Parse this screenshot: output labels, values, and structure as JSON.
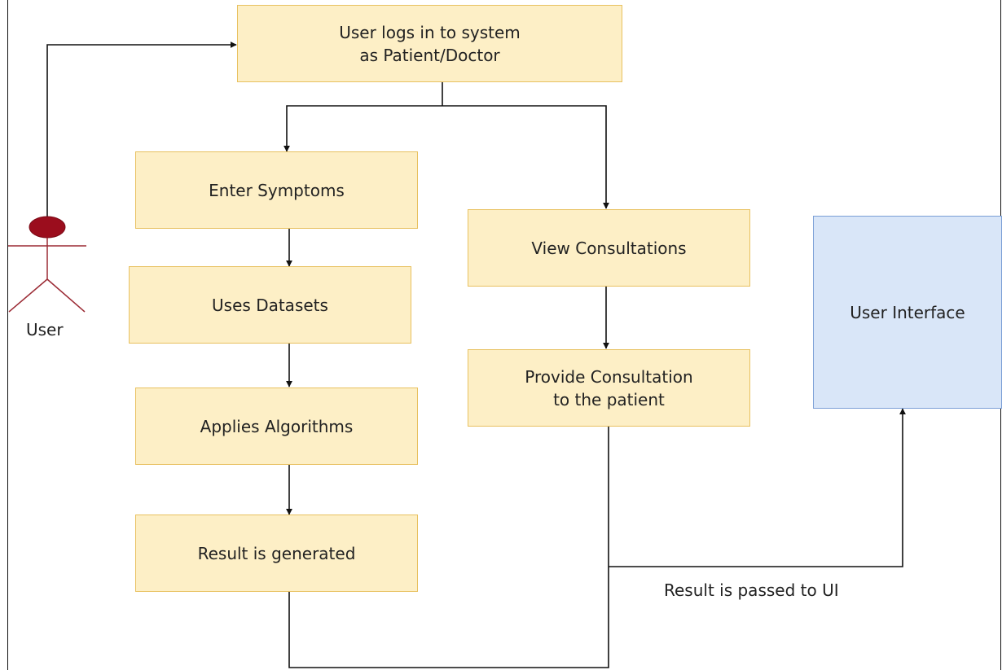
{
  "actor": {
    "label": "User"
  },
  "nodes": {
    "login": "User logs in to system\nas Patient/Doctor",
    "enter_symptoms": "Enter Symptoms",
    "uses_datasets": "Uses Datasets",
    "applies_algorithms": "Applies Algorithms",
    "result_generated": "Result is generated",
    "view_consultations": "View Consultations",
    "provide_consultation": "Provide Consultation\nto the patient",
    "user_interface": "User Interface"
  },
  "edge_labels": {
    "result_passed": "Result is passed to UI"
  },
  "colors": {
    "process_fill": "#fdefc6",
    "process_border": "#e8c160",
    "ui_fill": "#d9e6f8",
    "ui_border": "#7b9fd6",
    "actor_head": "#9b0d1d",
    "actor_body": "#9b2a34",
    "line": "#111111"
  }
}
